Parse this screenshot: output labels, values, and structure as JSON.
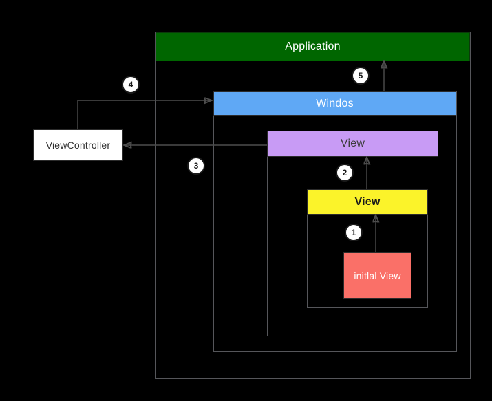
{
  "diagram": {
    "title_hidden": "",
    "background_color": "#000000",
    "nodes": {
      "application": {
        "label": "Application",
        "color": "#006600",
        "text_color": "#ffffff"
      },
      "window": {
        "label": "Windos",
        "color": "#5fa8f5",
        "text_color": "#ffffff"
      },
      "view_purple": {
        "label": "View",
        "color": "#c89bf5",
        "text_color": "#3c3c3c"
      },
      "view_yellow": {
        "label": "View",
        "color": "#fbf32a",
        "text_color": "#1a1a1a"
      },
      "initial_view": {
        "label": "initlal View",
        "color": "#fa7068",
        "text_color": "#ffffff"
      },
      "view_controller": {
        "label": "ViewController",
        "color": "#ffffff",
        "text_color": "#2f2f2f"
      }
    },
    "steps": [
      {
        "number": "1",
        "from": "initial_view",
        "to": "view_yellow"
      },
      {
        "number": "2",
        "from": "view_yellow",
        "to": "view_purple"
      },
      {
        "number": "3",
        "from": "view_purple",
        "to": "view_controller"
      },
      {
        "number": "4",
        "from": "view_controller",
        "to": "window"
      },
      {
        "number": "5",
        "from": "window",
        "to": "application"
      }
    ]
  }
}
